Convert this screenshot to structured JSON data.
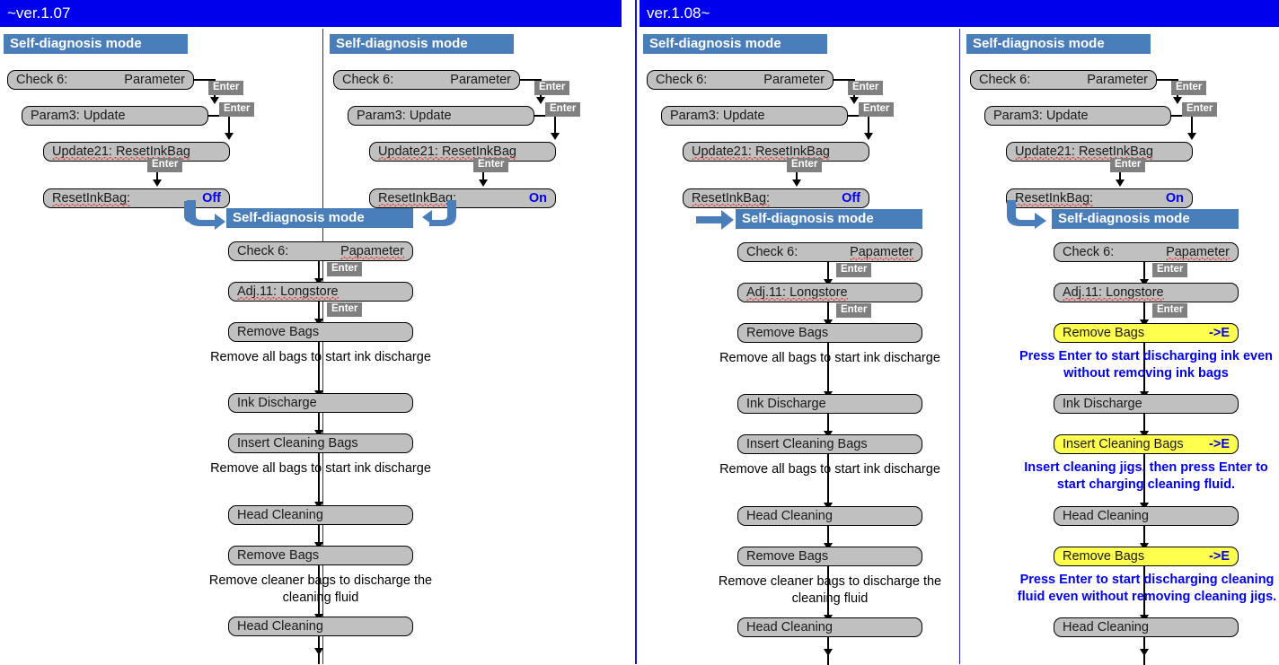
{
  "banners": [
    {
      "name": "version-left",
      "label": "~ver.1.07"
    },
    {
      "name": "version-right",
      "label": "ver.1.08~"
    }
  ],
  "colors": {
    "banner_bg": "#0000ee",
    "section_header_bg": "#4a7ebb",
    "lcd_bg": "#c0c0c0",
    "lcd_highlight_bg": "#ffff4d",
    "value_text": "#0000ee",
    "enter_badge_bg": "#808080",
    "note_text_highlight": "#0000ee"
  },
  "common": {
    "section_header": "Self-diagnosis mode",
    "enter_label": "Enter",
    "check_label": "Check  6:",
    "param_menu": "Parameter",
    "param_menu_alt": "Papameter",
    "param3": "Param3:  Update",
    "update21": "Update21: ResetInkBag",
    "reset_label": "ResetInkBag:",
    "adj11": "Adj.11:  Longstore",
    "remove_bags": "Remove Bags",
    "ink_discharge": "Ink Discharge",
    "insert_cleaning_bags": "Insert Cleaning Bags",
    "head_cleaning": "Head Cleaning",
    "enter_marker": "->E"
  },
  "columns": [
    {
      "name": "col-1-07-off",
      "header": "Self-diagnosis mode",
      "steps": [
        {
          "label": "Check  6:",
          "value": "Parameter",
          "value_color": "dark"
        },
        {
          "label": "Param3:  Update",
          "value": ""
        },
        {
          "label": "Update21: ResetInkBag",
          "value": ""
        },
        {
          "label": "ResetInkBag:",
          "value": "Off",
          "value_color": "blue"
        }
      ],
      "enters": [
        "Enter",
        "Enter",
        "Enter"
      ]
    },
    {
      "name": "col-1-07-on",
      "header": "Self-diagnosis mode",
      "steps": [
        {
          "label": "Check  6:",
          "value": "Parameter"
        },
        {
          "label": "Param3:  Update",
          "value": ""
        },
        {
          "label": "Update21: ResetInkBag",
          "value": ""
        },
        {
          "label": "ResetInkBag:",
          "value": "On",
          "value_color": "blue"
        }
      ],
      "enters": [
        "Enter",
        "Enter",
        "Enter"
      ]
    },
    {
      "name": "col-1-08-off",
      "header": "Self-diagnosis mode",
      "steps": [
        {
          "label": "Check  6:",
          "value": "Parameter"
        },
        {
          "label": "Param3:  Update",
          "value": ""
        },
        {
          "label": "Update21: ResetInkBag",
          "value": ""
        },
        {
          "label": "ResetInkBag:",
          "value": "Off",
          "value_color": "blue"
        }
      ],
      "enters": [
        "Enter",
        "Enter",
        "Enter"
      ]
    },
    {
      "name": "col-1-08-on",
      "header": "Self-diagnosis mode",
      "steps": [
        {
          "label": "Check  6:",
          "value": "Parameter"
        },
        {
          "label": "Param3:  Update",
          "value": ""
        },
        {
          "label": "Update21: ResetInkBag",
          "value": ""
        },
        {
          "label": "ResetInkBag:",
          "value": "On",
          "value_color": "blue"
        }
      ],
      "enters": [
        "Enter",
        "Enter",
        "Enter"
      ]
    }
  ],
  "flow_old": {
    "name": "longstore-flow-ver107",
    "header": "Self-diagnosis mode",
    "steps": [
      {
        "label": "Check  6:",
        "value": "Papameter"
      },
      {
        "label": "Adj.11:  Longstore",
        "value": ""
      },
      {
        "label": "Remove Bags",
        "value": ""
      },
      {
        "label": "Ink Discharge",
        "value": ""
      },
      {
        "label": "Insert Cleaning Bags",
        "value": ""
      },
      {
        "label": "Head Cleaning",
        "value": ""
      },
      {
        "label": "Remove Bags",
        "value": ""
      },
      {
        "label": "Head Cleaning",
        "value": ""
      }
    ],
    "enters": [
      "Enter",
      "Enter"
    ],
    "notes": [
      "Remove all bags to start ink discharge",
      "Remove all bags to start ink discharge",
      "Remove cleaner bags to discharge the cleaning fluid"
    ]
  },
  "flow_new": {
    "name": "longstore-flow-ver108",
    "header": "Self-diagnosis mode",
    "steps": [
      {
        "label": "Check  6:",
        "value": "Papameter",
        "highlight": false
      },
      {
        "label": "Adj.11:  Longstore",
        "value": "",
        "highlight": false
      },
      {
        "label": "Remove Bags",
        "value": "->E",
        "highlight": true
      },
      {
        "label": "Ink Discharge",
        "value": "",
        "highlight": false
      },
      {
        "label": "Insert Cleaning Bags",
        "value": "->E",
        "highlight": true
      },
      {
        "label": "Head Cleaning",
        "value": "",
        "highlight": false
      },
      {
        "label": "Remove Bags",
        "value": "->E",
        "highlight": true
      },
      {
        "label": "Head Cleaning",
        "value": "",
        "highlight": false
      }
    ],
    "enters": [
      "Enter",
      "Enter"
    ],
    "notes": [
      "Press Enter to start discharging ink even without removing ink bags",
      "Insert cleaning jigs, then press Enter to start charging cleaning fluid.",
      "Press Enter to start discharging cleaning fluid even without removing cleaning jigs."
    ]
  }
}
